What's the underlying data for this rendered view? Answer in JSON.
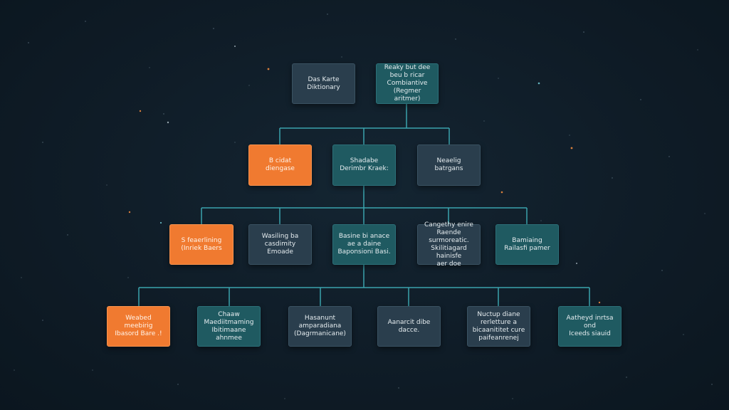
{
  "colors": {
    "background": "#0f1b25",
    "slate": "#2a3e4d",
    "teal": "#1f5a61",
    "orange": "#f07a30",
    "connector": "#3aa3ad"
  },
  "nodes": {
    "top_left": {
      "label": "Das Karte\nDiktionary",
      "style": "slate"
    },
    "root": {
      "label": "Reaky but dee\nbeu b ricar\nCombiantive\n(Regmer aritmer)",
      "style": "teal"
    },
    "l2_1": {
      "label": "B cidat\ndiengase",
      "style": "orange"
    },
    "l2_2": {
      "label": "Shadabe\nDerimbr Kraek:",
      "style": "teal"
    },
    "l2_3": {
      "label": "Neaelig batrgans",
      "style": "slate"
    },
    "l3_1": {
      "label": "S feaerlining\n(Inriek Baers",
      "style": "orange"
    },
    "l3_2": {
      "label": "Wasiling ba casdimity\nEmoade",
      "style": "slate"
    },
    "l3_3": {
      "label": "Basine bi anace\nae a daine\nBaponsioni Basi.",
      "style": "teal"
    },
    "l3_4": {
      "label": "Cangethy enire\nRaende surmoreatic.\nSkilitiagard hainisfe\naer doe",
      "style": "slate"
    },
    "l3_5": {
      "label": "Bamiaing\nRailasfi pamer",
      "style": "teal"
    },
    "l4_1": {
      "label": "Weabed meebirig\nIbasord Bare .!",
      "style": "orange"
    },
    "l4_2": {
      "label": "Chaaw\nMaediitmaming\nIbitimaane\nahnmee",
      "style": "teal"
    },
    "l4_3": {
      "label": "Hasanunt\namparadiana\n(Dagrmanicane)",
      "style": "slate"
    },
    "l4_4": {
      "label": "Aanarcit dibe\ndacce.",
      "style": "slate"
    },
    "l4_5": {
      "label": "Nuctup diane\nrerletture a\nbicaanititet cure\npaifeanrenej",
      "style": "slate"
    },
    "l4_6": {
      "label": "Aatheyd inrtsa ond\nIceeds siauid",
      "style": "teal"
    }
  }
}
